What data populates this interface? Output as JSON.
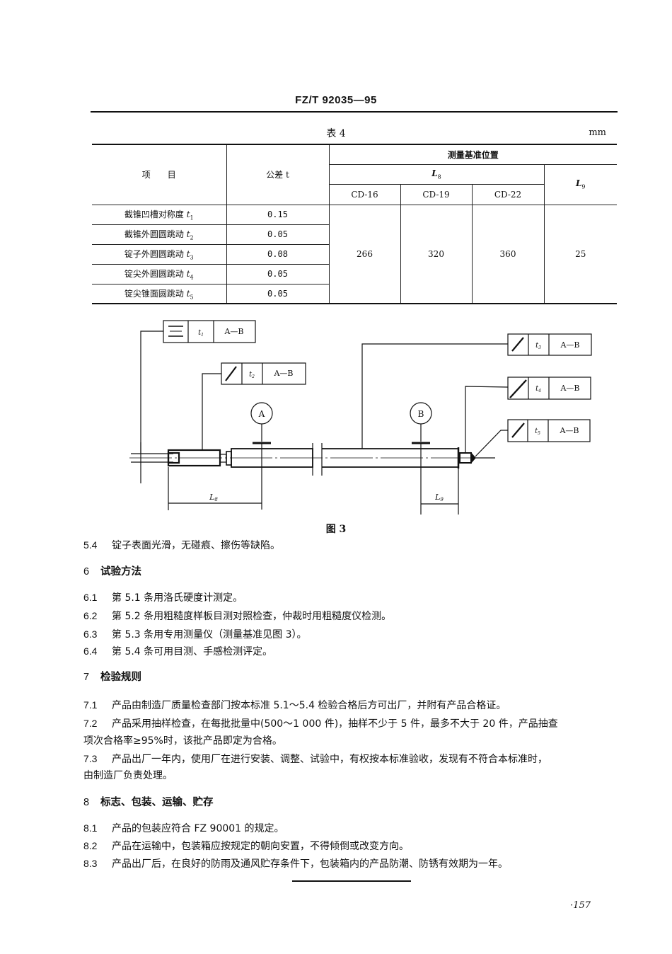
{
  "header": {
    "standard_number": "FZ/T 92035—95"
  },
  "table4": {
    "caption": "表 4",
    "unit": "mm",
    "col_item": "项　　目",
    "col_tolerance": "公差 t",
    "group_header": "测量基准位置",
    "l8_label": "L",
    "l8_sub": "8",
    "l9_label": "L",
    "l9_sub": "9",
    "models": [
      "CD-16",
      "CD-19",
      "CD-22"
    ],
    "rows": [
      {
        "item": "截锥凹槽对称度 ",
        "sym": "t",
        "sub": "1",
        "tolerance": "0.15"
      },
      {
        "item": "截锥外圆圆跳动 ",
        "sym": "t",
        "sub": "2",
        "tolerance": "0.05"
      },
      {
        "item": "锭子外圆圆跳动 ",
        "sym": "t",
        "sub": "3",
        "tolerance": "0.08"
      },
      {
        "item": "锭尖外圆圆跳动 ",
        "sym": "t",
        "sub": "4",
        "tolerance": "0.05"
      },
      {
        "item": "锭尖锥面圆跳动 ",
        "sym": "t",
        "sub": "5",
        "tolerance": "0.05"
      }
    ],
    "l8_values": [
      "266",
      "320",
      "360"
    ],
    "l9_value": "25"
  },
  "figure": {
    "caption": "图 3",
    "frames": [
      {
        "symbol": "symmetry",
        "tol": "t1",
        "datum": "A—B"
      },
      {
        "symbol": "runout",
        "tol": "t2",
        "datum": "A—B"
      },
      {
        "symbol": "runout",
        "tol": "t3",
        "datum": "A—B"
      },
      {
        "symbol": "runout",
        "tol": "t4",
        "datum": "A—B"
      },
      {
        "symbol": "runout",
        "tol": "t5",
        "datum": "A—B"
      }
    ],
    "datum_a": "A",
    "datum_b": "B",
    "dim_l8": "L8",
    "dim_l9": "L9"
  },
  "sections": {
    "s5_4": {
      "num": "5.4",
      "text": "锭子表面光滑，无碰痕、擦伤等缺陷。"
    },
    "s6": {
      "num": "6",
      "title": "试验方法"
    },
    "s6_items": [
      {
        "num": "6.1",
        "text": "第 5.1 条用洛氏硬度计测定。"
      },
      {
        "num": "6.2",
        "text": "第 5.2 条用粗糙度样板目测对照检查，仲裁时用粗糙度仪检测。"
      },
      {
        "num": "6.3",
        "text": "第 5.3 条用专用测量仪（测量基准见图 3）。"
      },
      {
        "num": "6.4",
        "text": "第 5.4 条可用目测、手感检测评定。"
      }
    ],
    "s7": {
      "num": "7",
      "title": "检验规则"
    },
    "s7_items": [
      {
        "num": "7.1",
        "text": "产品由制造厂质量检查部门按本标准 5.1～5.4 检验合格后方可出厂，并附有产品合格证。"
      },
      {
        "num": "7.2",
        "text": "产品采用抽样检查，在每批批量中(500～1 000 件)，抽样不少于 5 件，最多不大于 20 件，产品抽查",
        "cont": "项次合格率≥95%时，该批产品即定为合格。"
      },
      {
        "num": "7.3",
        "text": "产品出厂一年内，使用厂在进行安装、调整、试验中，有权按本标准验收，发现有不符合本标准时，",
        "cont": "由制造厂负责处理。"
      }
    ],
    "s8": {
      "num": "8",
      "title": "标志、包装、运输、贮存"
    },
    "s8_items": [
      {
        "num": "8.1",
        "text": "产品的包装应符合 FZ 90001 的规定。"
      },
      {
        "num": "8.2",
        "text": "产品在运输中，包装箱应按规定的朝向安置，不得倾倒或改变方向。"
      },
      {
        "num": "8.3",
        "text": "产品出厂后，在良好的防雨及通风贮存条件下，包装箱内的产品防潮、防锈有效期为一年。"
      }
    ]
  },
  "footer": {
    "page_number": "·157"
  }
}
